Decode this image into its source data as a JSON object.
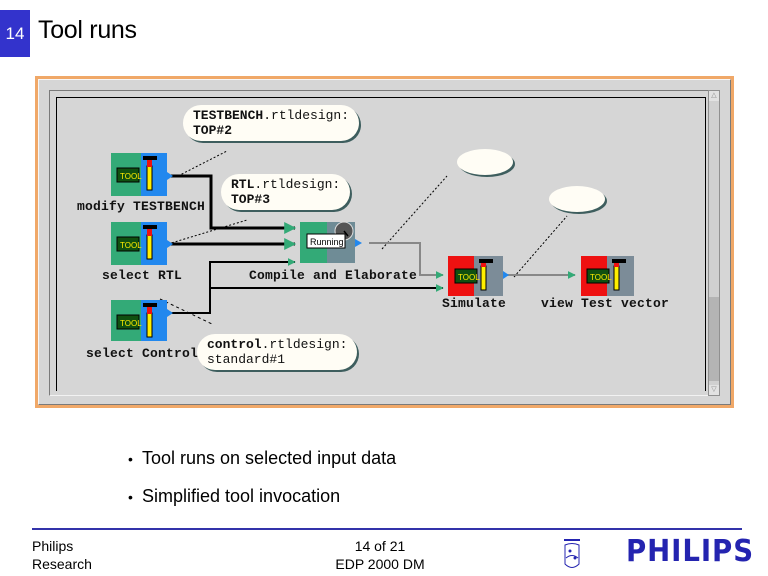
{
  "slide": {
    "number": "14",
    "title": "Tool runs"
  },
  "diagram": {
    "nodes": [
      {
        "id": "modify-testbench",
        "label": "modify TESTBENCH",
        "icon_text": "TOOL",
        "state": "idle",
        "color": "#33aa77"
      },
      {
        "id": "select-rtl",
        "label": "select RTL",
        "icon_text": "TOOL",
        "state": "idle",
        "color": "#33aa77"
      },
      {
        "id": "select-control",
        "label": "select Control",
        "icon_text": "TOOL",
        "state": "idle",
        "color": "#33aa77"
      },
      {
        "id": "compile-elaborate",
        "label": "Compile and Elaborate",
        "icon_text": "Running",
        "state": "running",
        "color": "#33aa77"
      },
      {
        "id": "simulate",
        "label": "Simulate",
        "icon_text": "TOOL",
        "state": "not-ready",
        "color": "#ee1111"
      },
      {
        "id": "view-test-vector",
        "label": "view Test vector",
        "icon_text": "TOOL",
        "state": "not-ready",
        "color": "#ee1111"
      }
    ],
    "bubbles": [
      {
        "id": "testbench-data",
        "bold": "TESTBENCH",
        "line1_rest": ".rtldesign:",
        "line2": "TOP#2"
      },
      {
        "id": "rtl-data",
        "bold": "RTL",
        "line1_rest": ".rtldesign:",
        "line2": "TOP#3"
      },
      {
        "id": "control-data",
        "bold": "control",
        "line1_rest": ".rtldesign:",
        "line2": "standard#1"
      },
      {
        "id": "simulate-data",
        "bold": "",
        "line1_rest": "",
        "line2": ""
      },
      {
        "id": "vector-data",
        "bold": "",
        "line1_rest": "",
        "line2": ""
      }
    ],
    "colors": {
      "canvas": "#d6d6d6",
      "frame": "#f0a868",
      "input_arrow": "#33aa77",
      "output_arrow": "#2288ee"
    }
  },
  "bullets": [
    "Tool runs on selected input data",
    "Simplified tool invocation"
  ],
  "footer": {
    "org_line1": "Philips",
    "org_line2": "Research",
    "page": "14 of 21",
    "event": "EDP 2000 DM",
    "logo_text": "PHILIPS",
    "accent": "#3333aa"
  }
}
